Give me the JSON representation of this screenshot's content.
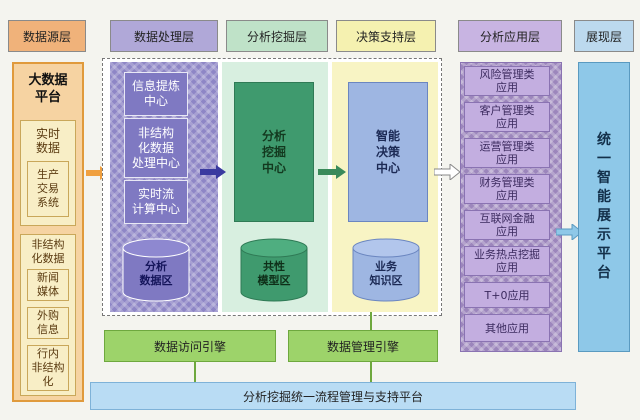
{
  "headers": {
    "source": "数据源层",
    "processing": "数据处理层",
    "mining": "分析挖掘层",
    "decision": "决策支持层",
    "application": "分析应用层",
    "display": "展现层"
  },
  "source": {
    "title": "大数据\n平台",
    "realtime_title": "实时\n数据",
    "realtime_items": [
      "生产\n交易\n系统"
    ],
    "unstructured_title": "非结构\n化数据",
    "unstructured_items": [
      "新闻\n媒体",
      "外购\n信息",
      "行内\n非结构\n化"
    ]
  },
  "processing": {
    "centers": [
      "信息提炼\n中心",
      "非结构\n化数据\n处理中心",
      "实时流\n计算中心"
    ],
    "store": "分析\n数据区"
  },
  "mining": {
    "center": "分析\n挖掘\n中心",
    "store": "共性\n模型区"
  },
  "decision": {
    "center": "智能\n决策\n中心",
    "store": "业务\n知识区"
  },
  "application": {
    "items": [
      "风险管理类\n应用",
      "客户管理类\n应用",
      "运营管理类\n应用",
      "财务管理类\n应用",
      "互联网金融\n应用",
      "业务热点挖掘\n应用",
      "T+0应用",
      "其他应用"
    ]
  },
  "display": {
    "title": "统\n一\n智\n能\n展\n示\n平\n台"
  },
  "bottom": {
    "access_engine": "数据访问引擎",
    "management_engine": "数据管理引擎",
    "platform": "分析挖掘统一流程管理与支持平台"
  },
  "colors": {
    "orange": "#f0b27a",
    "purple": "#8e86c6",
    "green": "#3f9a6e",
    "blue": "#9eb6e2",
    "lilac": "#c3aee0",
    "bar_green": "#9dd36a",
    "bar_blue": "#b9dcf4"
  }
}
